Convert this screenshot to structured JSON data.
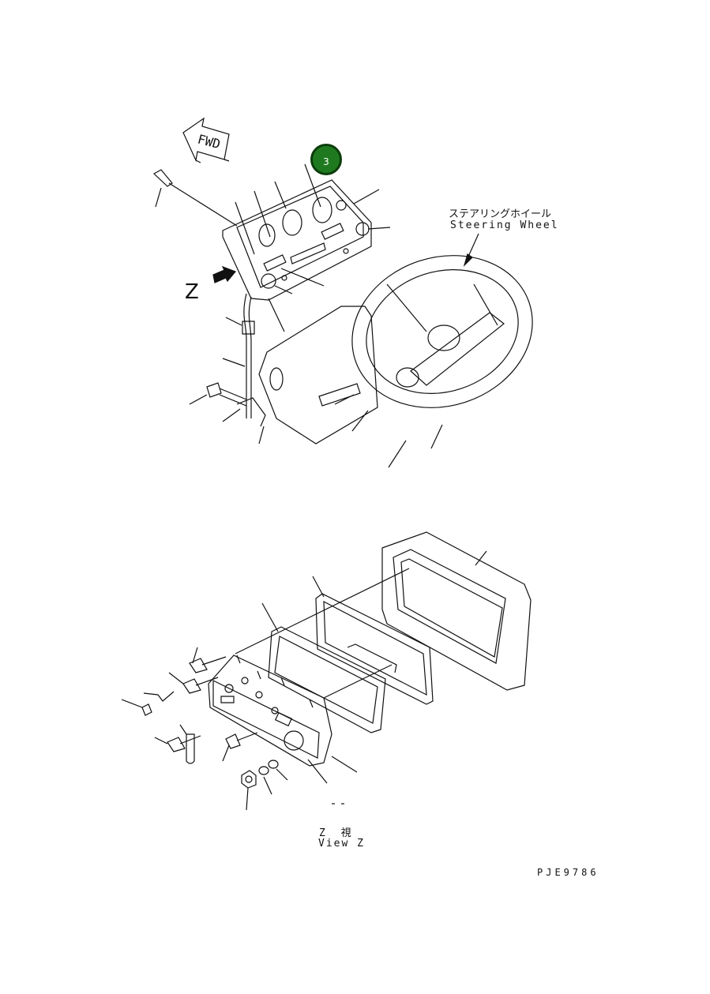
{
  "labels": {
    "fwd": "FWD",
    "z_marker": "Z",
    "steering_jp": "ステアリングホイール",
    "steering_en": "Steering Wheel",
    "view_jp": "Z 視",
    "view_en": "View Z",
    "drawing_code": "PJE9786"
  },
  "callouts": [
    {
      "id": "3",
      "label": "3",
      "color": "#1f7a1f"
    }
  ],
  "icons": [
    "fwd-arrow-icon",
    "z-direction-arrow-icon",
    "steering-pointer-arrow-icon"
  ]
}
